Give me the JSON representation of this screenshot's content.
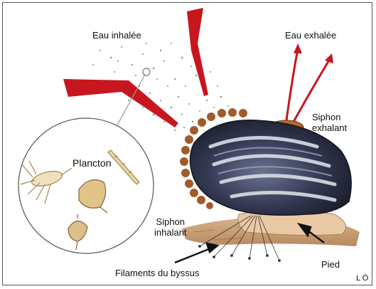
{
  "labels": {
    "inhaled_water": "Eau inhalée",
    "exhaled_water": "Eau exhalée",
    "exhalant_siphon": [
      "Siphon",
      "exhalant"
    ],
    "plankton": "Plancton",
    "inhalant_siphon": [
      "Siphon",
      "inhalant"
    ],
    "foot": "Pied",
    "byssus_threads": "Filaments du byssus",
    "signature": "L Ö"
  },
  "colors": {
    "flow_arrow": "#c8161e",
    "shell_dark": "#2d3146",
    "shell_light": "#d9dde8",
    "fringe": "#a35a2a",
    "sand": "#caa17a",
    "foot": "#e9c9a3"
  }
}
